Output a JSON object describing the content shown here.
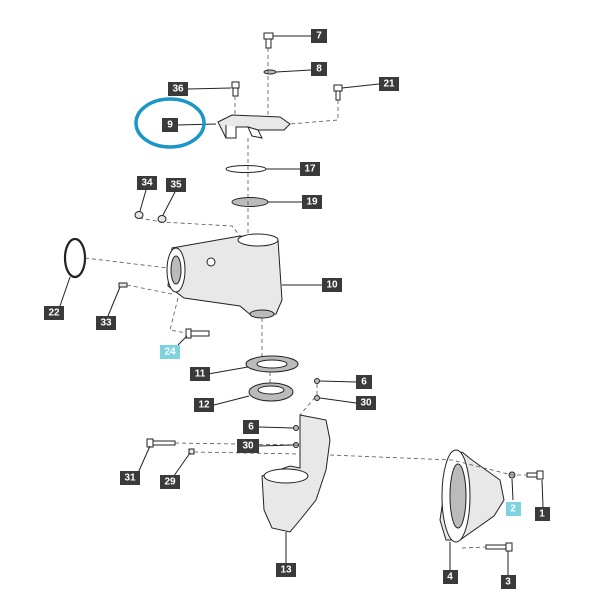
{
  "labels": [
    {
      "id": "7",
      "text": "7"
    },
    {
      "id": "8",
      "text": "8"
    },
    {
      "id": "21",
      "text": "21"
    },
    {
      "id": "36",
      "text": "36"
    },
    {
      "id": "9",
      "text": "9"
    },
    {
      "id": "17",
      "text": "17"
    },
    {
      "id": "19",
      "text": "19"
    },
    {
      "id": "34",
      "text": "34"
    },
    {
      "id": "35",
      "text": "35"
    },
    {
      "id": "10",
      "text": "10"
    },
    {
      "id": "22",
      "text": "22"
    },
    {
      "id": "33",
      "text": "33"
    },
    {
      "id": "24",
      "text": "24"
    },
    {
      "id": "11",
      "text": "11"
    },
    {
      "id": "6a",
      "text": "6"
    },
    {
      "id": "12",
      "text": "12"
    },
    {
      "id": "30a",
      "text": "30"
    },
    {
      "id": "6b",
      "text": "6"
    },
    {
      "id": "30b",
      "text": "30"
    },
    {
      "id": "31",
      "text": "31"
    },
    {
      "id": "29",
      "text": "29"
    },
    {
      "id": "2",
      "text": "2"
    },
    {
      "id": "1",
      "text": "1"
    },
    {
      "id": "13",
      "text": "13"
    },
    {
      "id": "4",
      "text": "4"
    },
    {
      "id": "3",
      "text": "3"
    }
  ],
  "colors": {
    "label_bg": "#3a3a3a",
    "label_highlight_bg": "#7dd3de",
    "highlight_circle": "#1a96c8"
  },
  "highlighted": [
    "24",
    "2"
  ],
  "circled": "9"
}
